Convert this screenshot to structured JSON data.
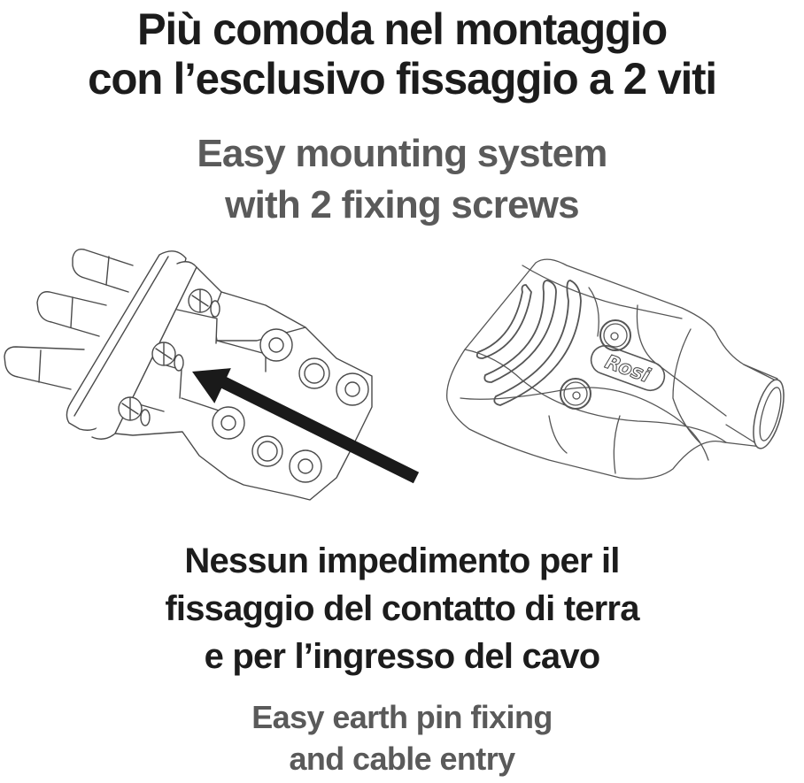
{
  "heading": {
    "italian": {
      "line1": "Più comoda nel montaggio",
      "line2": "con l’esclusivo fissaggio a 2 viti"
    },
    "english": {
      "line1": "Easy mounting  system",
      "line2": "with 2 fixing screws"
    }
  },
  "illustration": {
    "left": {
      "subject": "plug-insert-with-3-pins-and-screws",
      "arrow_direction": "up-left"
    },
    "right": {
      "subject": "plug-cover-housing",
      "logo_text": "Rosi"
    },
    "colors": {
      "line": "#4a4a4a",
      "arrow": "#1a1a1a"
    }
  },
  "footer": {
    "italian": {
      "line1": "Nessun impedimento per il",
      "line2": "fissaggio del contatto di terra",
      "line3": "e per l’ingresso del cavo"
    },
    "english": {
      "line1": "Easy earth pin fixing",
      "line2": "and cable entry"
    }
  },
  "colors": {
    "primary_text": "#1c1c1c",
    "secondary_text": "#5a5a5a",
    "background": "#ffffff"
  }
}
